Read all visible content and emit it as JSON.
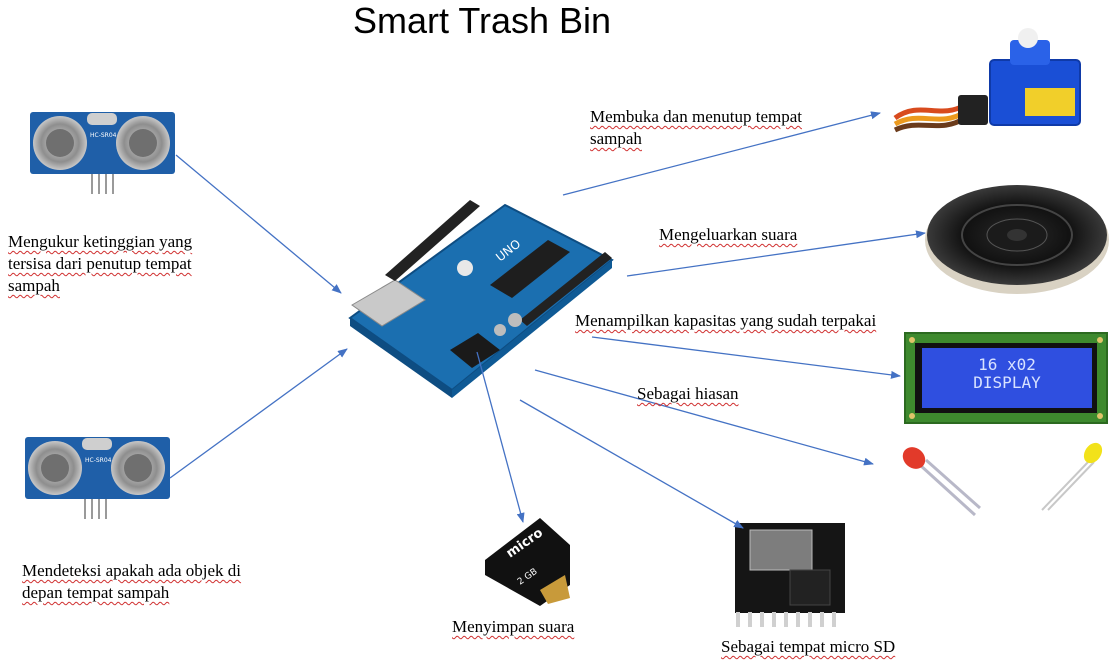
{
  "title": "Smart Trash Bin",
  "labels": {
    "ultrasonic_top": [
      "Mengukur ketinggian yang",
      "tersisa dari penutup tempat",
      "sampah"
    ],
    "ultrasonic_bottom": [
      "Mendeteksi apakah ada objek di",
      "depan tempat sampah"
    ],
    "servo": [
      "Membuka dan menutup tempat",
      "sampah"
    ],
    "speaker": [
      "Mengeluarkan suara"
    ],
    "lcd": [
      "Menampilkan kapasitas yang sudah terpakai"
    ],
    "led": [
      "Sebagai hiasan"
    ],
    "sdcard": [
      "Menyimpan suara"
    ],
    "mp3module": [
      "Sebagai tempat micro SD"
    ]
  },
  "components": {
    "sensor_print": "HC-SR04",
    "board_print": "UNO",
    "lcd_line1": "16 x02",
    "lcd_line2": "DISPLAY",
    "sd_brand": "micro",
    "sd_capacity": "2 GB"
  },
  "colors": {
    "arrow": "#4472c4",
    "sensor_board": "#1f5fa8",
    "arduino": "#1b6fb0",
    "lcd_screen": "#2f4fe0",
    "servo": "#1a4fd6"
  }
}
